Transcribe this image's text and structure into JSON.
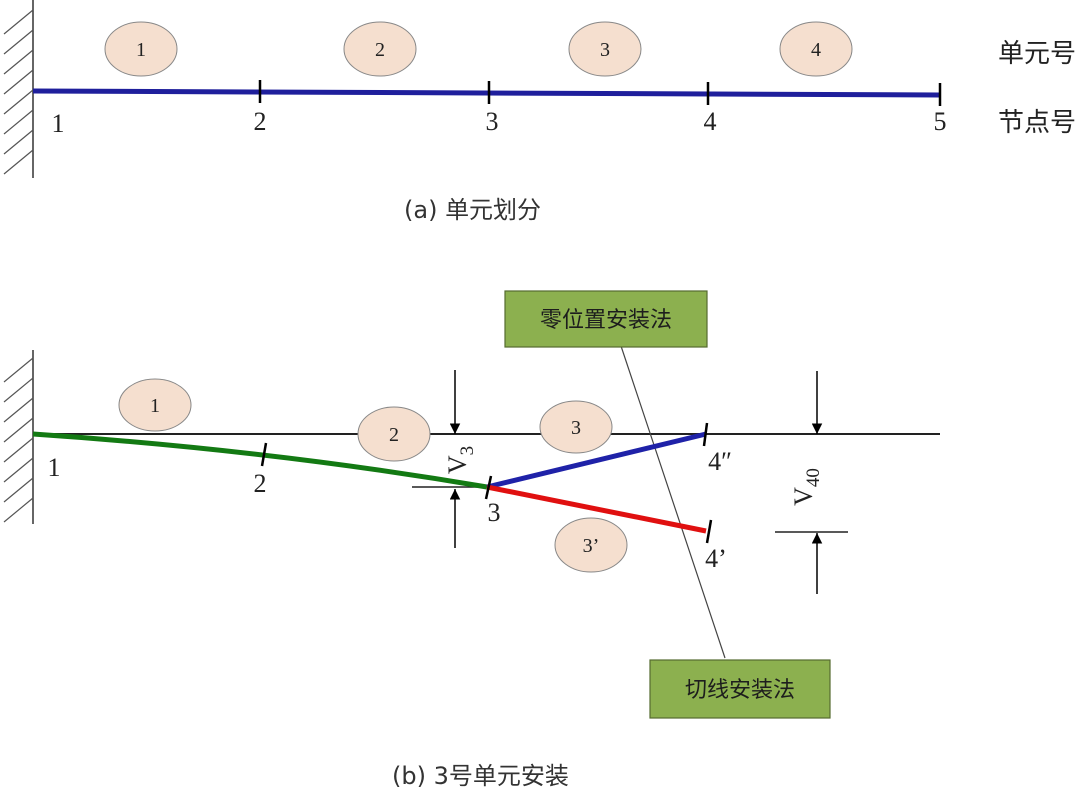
{
  "part_a": {
    "element_numbers": [
      "1",
      "2",
      "3",
      "4"
    ],
    "node_numbers": [
      "1",
      "2",
      "3",
      "4",
      "5"
    ],
    "element_legend": "单元号",
    "node_legend": "节点号",
    "caption": "(a) 单元划分"
  },
  "part_b": {
    "element_labels": [
      "1",
      "2",
      "3",
      "3’"
    ],
    "node_labels": [
      "1",
      "2",
      "3",
      "4″",
      "4’"
    ],
    "v3_label": "V",
    "v3_subscript": "3",
    "v40_label": "V",
    "v40_subscript": "40",
    "callout_zero_position": "零位置安装法",
    "callout_tangent": "切线安装法",
    "caption": "(b) 3号单元安装"
  },
  "colors": {
    "beam_a": "#1f1f9c",
    "cantilever_green": "#137a13",
    "zero_position_blue": "#1f22a8",
    "tangent_red": "#e01010",
    "bubble_fill": "#f5dfcf",
    "callout_fill": "#8cb04f"
  }
}
